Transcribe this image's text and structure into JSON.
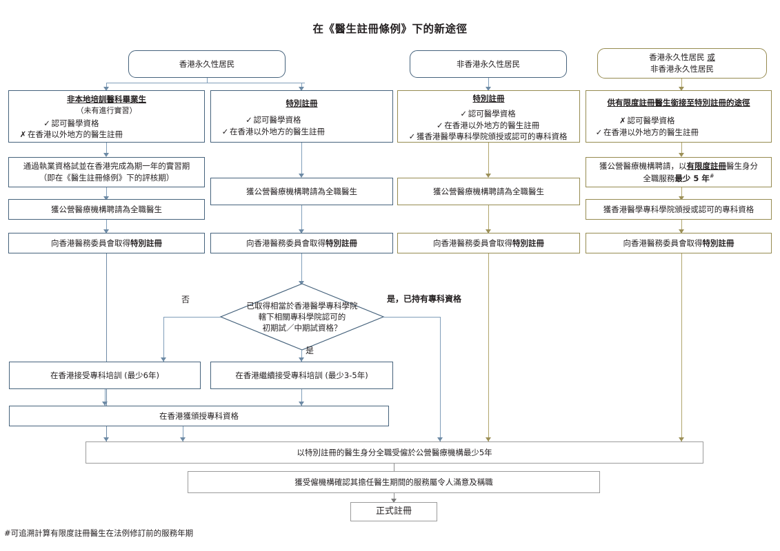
{
  "title": "在《醫生註冊條例》下的新途徑",
  "footnote": "#可追溯計算有限度註冊醫生在法例修訂前的服務年期",
  "colors": {
    "blue_border": "#44617b",
    "olive_border": "#958a4f",
    "grey_border": "#9a9a9a",
    "connector_blue": "#7f9db9",
    "connector_olive": "#b0a46b",
    "connector_grey": "#8d8d8d",
    "text": "#231f20"
  },
  "marks": {
    "check": "✓",
    "cross": "✗"
  },
  "top_nodes": [
    {
      "id": "hk-permanent-resident",
      "label": "香港永久性居民"
    },
    {
      "id": "non-hk-permanent-resident",
      "label": "非香港永久性居民"
    },
    {
      "id": "hk-or-non-hk-permanent-resident",
      "line1": "香港永久性居民 或",
      "line1_underlined": "或",
      "line2": "非香港永久性居民"
    }
  ],
  "columns": [
    {
      "id": "col-1-non-locally-trained-graduate",
      "header": "非本地培訓醫科畢業生",
      "subheader": "（未有進行實習）",
      "criteria": [
        {
          "mark": "✓",
          "text": "認可醫學資格"
        },
        {
          "mark": "✗",
          "text": "在香港以外地方的醫生註冊"
        }
      ],
      "steps": [
        {
          "id": "licensing-exam-internship",
          "line1": "通過執業資格試並在香港完成為期一年的實習期",
          "line2": "（即在《醫生註冊條例》下的評核期）"
        },
        {
          "id": "employed-full-time-public",
          "text": "獲公營醫療機構聘請為全職醫生"
        },
        {
          "id": "obtain-special-registration",
          "text_plain": "向香港醫務委員會取得",
          "text_bold": "特別註冊"
        }
      ]
    },
    {
      "id": "col-2-special-registration",
      "header": "特別註冊",
      "criteria": [
        {
          "mark": "✓",
          "text": "認可醫學資格"
        },
        {
          "mark": "✓",
          "text": "在香港以外地方的醫生註冊"
        }
      ],
      "steps": [
        {
          "id": "employed-full-time-public",
          "text": "獲公營醫療機構聘請為全職醫生"
        },
        {
          "id": "obtain-special-registration",
          "text_plain": "向香港醫務委員會取得",
          "text_bold": "特別註冊"
        }
      ]
    },
    {
      "id": "col-3-special-registration-specialist",
      "header": "特別註冊",
      "criteria": [
        {
          "mark": "✓",
          "text": "認可醫學資格"
        },
        {
          "mark": "✓",
          "text": "在香港以外地方的醫生註冊"
        },
        {
          "mark": "✓",
          "text": "獲香港醫學專科學院頒授或認可的專科資格"
        }
      ],
      "steps": [
        {
          "id": "employed-full-time-public",
          "text": "獲公營醫療機構聘請為全職醫生"
        },
        {
          "id": "obtain-special-registration",
          "text_plain": "向香港醫務委員會取得",
          "text_bold": "特別註冊"
        }
      ]
    },
    {
      "id": "col-4-limited-registration-pathway",
      "header": "供有限度註冊醫生銜接至特別註冊的途徑",
      "criteria": [
        {
          "mark": "✗",
          "text": "認可醫學資格"
        },
        {
          "mark": "✓",
          "text": "在香港以外地方的醫生註冊"
        }
      ],
      "steps": [
        {
          "id": "limited-registration-service",
          "line1_a": "獲公營醫療機構聘請，以",
          "line1_b": "有限度註冊",
          "line1_c": "醫生身分",
          "line2_a": "全職服務",
          "line2_b": "最少 5 年",
          "line2_sup": "#"
        },
        {
          "id": "specialist-qualification-hkam",
          "text": "獲香港醫學專科學院頒授或認可的專科資格"
        },
        {
          "id": "obtain-special-registration",
          "text_plain": "向香港醫務委員會取得",
          "text_bold": "特別註冊"
        }
      ]
    }
  ],
  "decision": {
    "id": "intermediate-exam-decision",
    "line1": "已取得相當於香港醫學專科學院",
    "line2": "轄下相關專科學院認可的",
    "line3": "初期試／中期試資格？",
    "branch_no": "否",
    "branch_yes": "是",
    "branch_yes_specialist": "是，已持有專科資格"
  },
  "training": [
    {
      "id": "specialist-training-hk",
      "text": "在香港接受專科培訓 (最少6年)"
    },
    {
      "id": "continue-specialist-training-hk",
      "text": "在香港繼續接受專科培訓 (最少3-5年)"
    }
  ],
  "award": {
    "id": "awarded-specialist-qualification-hk",
    "text": "在香港獲頒授專科資格"
  },
  "final_steps": [
    {
      "id": "serve-public-5-years",
      "text": "以特別註冊的醫生身分全職受僱於公營醫療機構最少5年"
    },
    {
      "id": "employer-confirms-satisfactory",
      "text": "獲受僱機構確認其擔任醫生期間的服務屬令人滿意及稱職"
    },
    {
      "id": "full-registration",
      "text": "正式註冊"
    }
  ]
}
